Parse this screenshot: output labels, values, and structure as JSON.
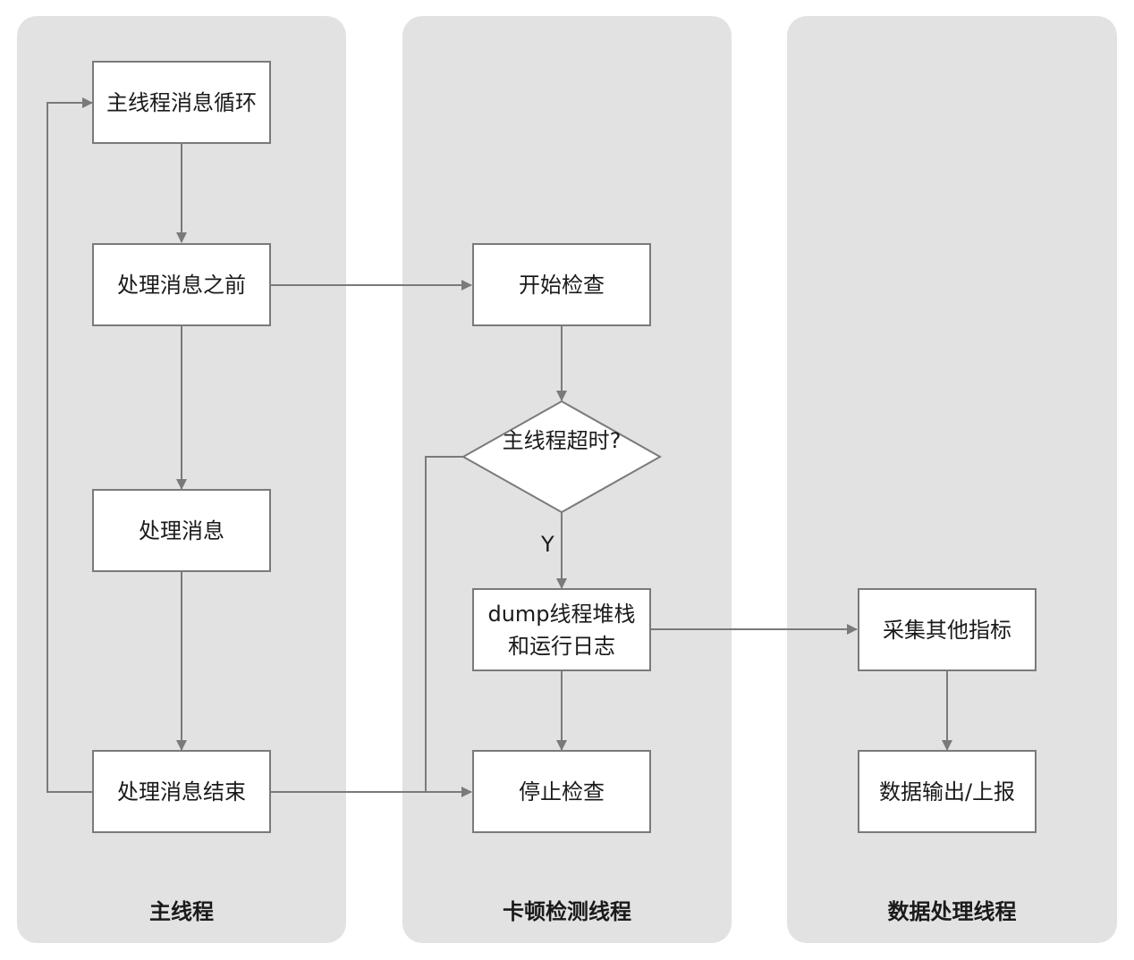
{
  "lanes": {
    "main": {
      "title": "主线程"
    },
    "detector": {
      "title": "卡顿检测线程"
    },
    "processor": {
      "title": "数据处理线程"
    }
  },
  "nodes": {
    "main_loop": "主线程消息循环",
    "before_process": "处理消息之前",
    "process": "处理消息",
    "process_end": "处理消息结束",
    "start_check": "开始检查",
    "timeout_decision": "主线程超时?",
    "dump_stack": "dump线程堆栈和运行日志",
    "stop_check": "停止检查",
    "collect_metrics": "采集其他指标",
    "output_report": "数据输出/上报"
  },
  "edge_labels": {
    "yes": "Y"
  },
  "colors": {
    "lane_bg": "#e2e2e2",
    "line": "#7a7a7a",
    "node_bg": "#ffffff"
  }
}
